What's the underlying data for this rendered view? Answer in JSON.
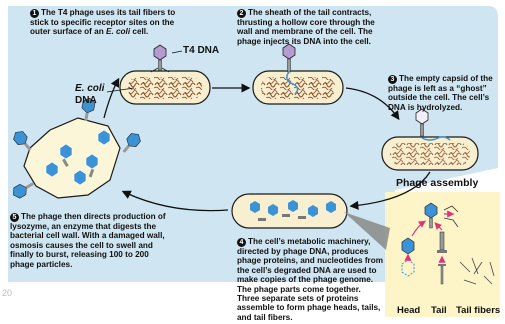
{
  "steps": [
    {
      "number": "1",
      "text_a": "The T4 phage uses its tail fibers to stick to specific receptor sites on the outer surface of an ",
      "text_italic": "E. coli",
      "text_b": " cell."
    },
    {
      "number": "2",
      "text": "The sheath of the tail contracts, thrusting a hollow core through the wall and membrane of the cell. The phage injects its DNA into the cell."
    },
    {
      "number": "3",
      "text": "The empty capsid of the phage is left as a “ghost” outside the cell. The cell’s DNA is hydrolyzed."
    },
    {
      "number": "4",
      "text": "The cell’s metabolic machinery, directed by phage DNA, produces phage proteins, and nucleotides from the cell’s degraded DNA are used to make copies of the phage genome. The phage parts come together. Three separate sets of proteins assemble to form phage heads, tails, and tail fibers."
    },
    {
      "number": "5",
      "text": "The phage then directs production of lysozyme, an enzyme that digests the bacterial cell wall. With a damaged wall, osmosis causes the cell to swell and finally to burst, releasing 100 to 200 phage particles."
    }
  ],
  "labels": {
    "t4_dna": "T4 DNA",
    "ecoli_italic": "E. coli",
    "dna": "DNA",
    "footer": "20"
  },
  "phage_assembly": {
    "title": "Phage assembly",
    "head": "Head",
    "tail": "Tail",
    "tail_fibers": "Tail fibers"
  },
  "colors": {
    "background_cycle": "#cfe6f2",
    "cell_fill": "#f7efcf",
    "cell_outline": "#1a1a1a",
    "dna_host": "#8a4a25",
    "dna_phage": "#3b93d6",
    "phage_head": "#b59bd0",
    "arrow_gray": "#888888",
    "assembly_panel": "#fdf5c8",
    "assembly_arrow": "#e0337a"
  }
}
